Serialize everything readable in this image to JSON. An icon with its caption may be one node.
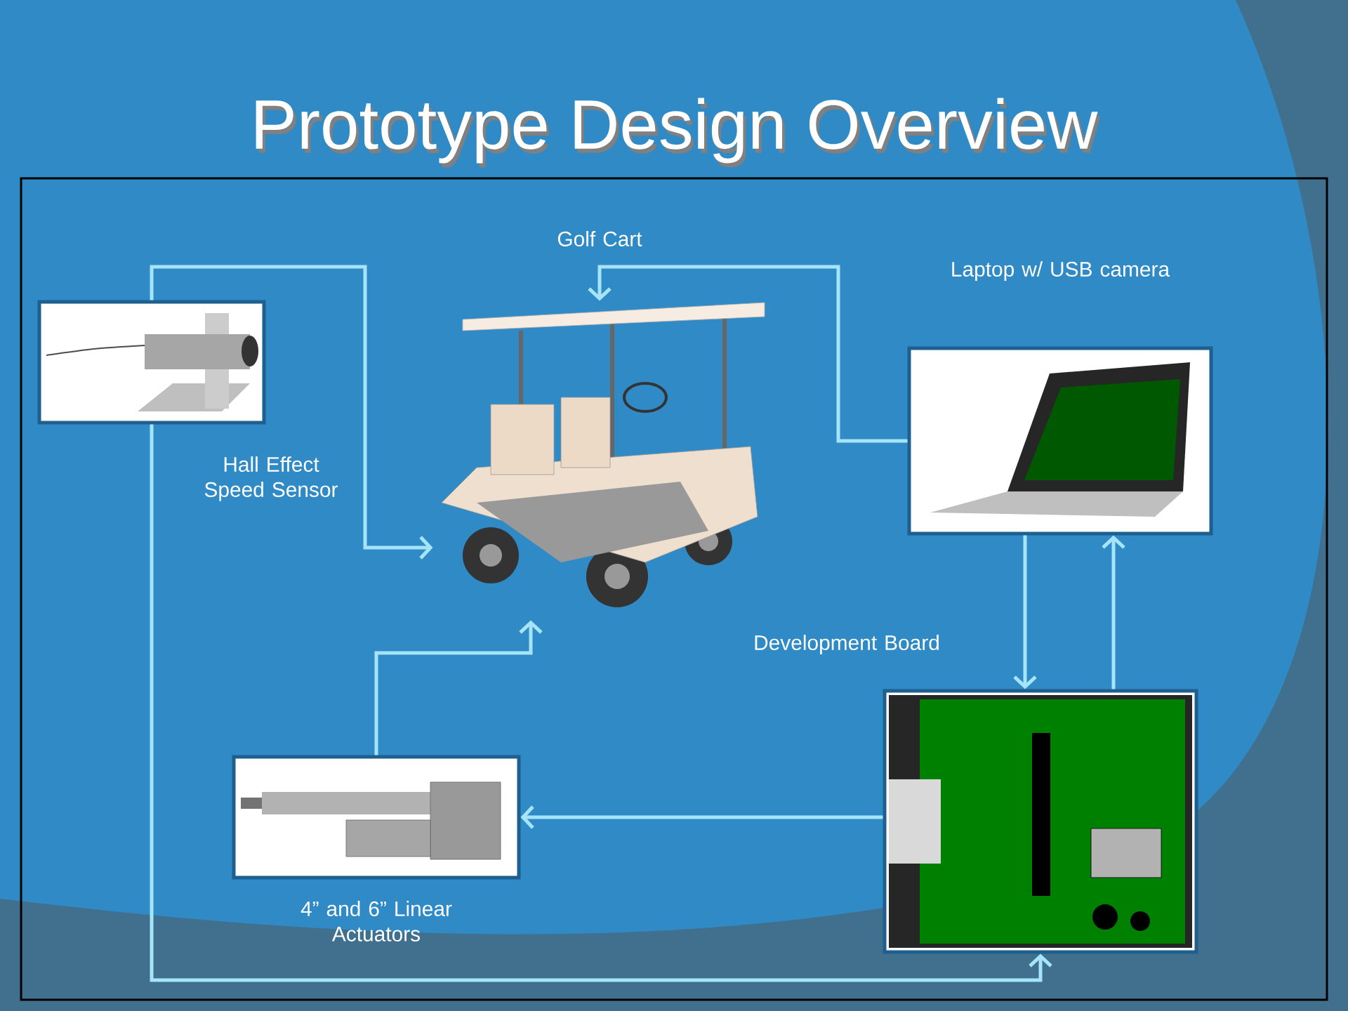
{
  "diagram": {
    "title": "Prototype Design Overview",
    "nodes": [
      {
        "text": [],
        "shape": "picture",
        "beside": [
          "Hall Effect Speed Sensor"
        ]
      },
      {
        "text": [],
        "shape": "picture",
        "beside": [
          "Golf Cart"
        ]
      },
      {
        "text": [],
        "shape": "picture",
        "beside": [
          "Laptop w/ USB camera"
        ]
      },
      {
        "text": [],
        "shape": "picture",
        "beside": [
          "Development Board"
        ]
      },
      {
        "text": [],
        "shape": "picture",
        "beside": [
          "4” and 6” Linear Actuators"
        ]
      }
    ],
    "edges": [
      {
        "from": 0,
        "to": 1,
        "arrow": "to"
      },
      {
        "from": 0,
        "to": 3,
        "arrow": "to"
      },
      {
        "from": 2,
        "to": 1,
        "arrow": "to"
      },
      {
        "from": 2,
        "to": 3,
        "arrow": "to"
      },
      {
        "from": 3,
        "to": 2,
        "arrow": "to"
      },
      {
        "from": 3,
        "to": 4,
        "arrow": "to"
      },
      {
        "from": 4,
        "to": 1,
        "arrow": "to"
      }
    ]
  }
}
